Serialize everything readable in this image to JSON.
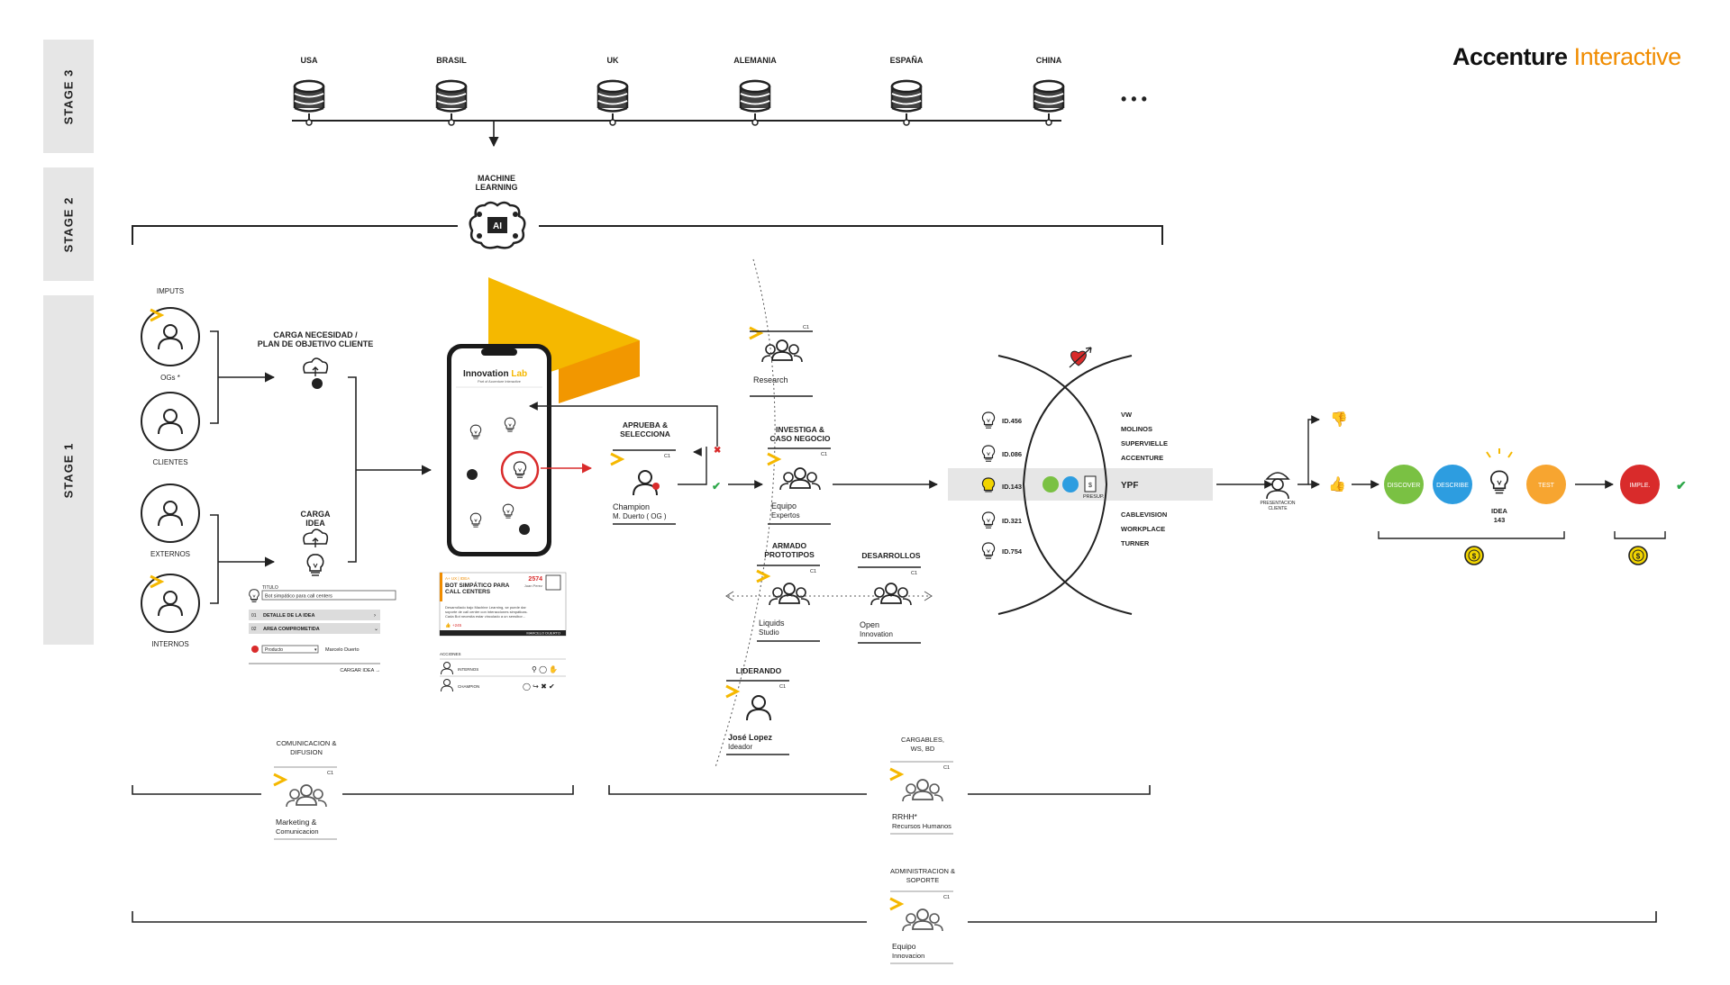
{
  "logo": {
    "word1": "Accenture",
    "word2": "Interactive"
  },
  "stages": [
    "STAGE 3",
    "STAGE 2",
    "STAGE 1"
  ],
  "countries": [
    "USA",
    "BRASIL",
    "UK",
    "ALEMANIA",
    "ESPAÑA",
    "CHINA"
  ],
  "more": "• • •",
  "ml": {
    "line1": "MACHINE",
    "line2": "LEARNING",
    "chip": "AI"
  },
  "inputs": {
    "title": "IMPUTS",
    "people": [
      "OGs *",
      "CLIENTES",
      "EXTERNOS",
      "INTERNOS"
    ],
    "carga_necesidad": [
      "CARGA NECESIDAD /",
      "PLAN DE OBJETIVO CLIENTE"
    ],
    "carga_idea": [
      "CARGA",
      "IDEA"
    ]
  },
  "form": {
    "titulo_label": "TITULO",
    "titulo_value": "Bot simpático para call centers",
    "row1": "DETALLE DE LA IDEA",
    "row2": "AREA COMPROMETIDA",
    "row1_num": "01",
    "row2_num": "02",
    "select": "Producto",
    "owner": "Marcelo Duerto",
    "action": "CARGAR IDEA  →"
  },
  "phone": {
    "brand1": "Innovation ",
    "brand2": "Lab",
    "sub": "Part of Accenture Interactive"
  },
  "card": {
    "tag": "A+ UX | IDEA",
    "title1": "BOT SIMPÁTICO PARA",
    "title2": "CALL CENTERS",
    "num": "2574",
    "num_sub": "Juan Perez",
    "desc1": "Desarrollado bajo Machine Learning, se puede dar",
    "desc2": "soporte de call center con interacciones simpáticas.",
    "desc3": "Cada Bot necesita estar vinculado a un sensibor...",
    "likes": "+245",
    "author": "MARCELO DUERTO",
    "acciones": "ACCIONES",
    "row1": "INTERNOS",
    "row2": "CHAMPION"
  },
  "approve": {
    "title1": "APRUEBA &",
    "title2": "SELECCIONA",
    "role": "Champion",
    "name": "M. Duerto ( OG )",
    "c1": "C1"
  },
  "roles": {
    "research": {
      "name": "Research",
      "c1": "C1"
    },
    "investiga": {
      "title1": "INVESTIGA &",
      "title2": "CASO NEGOCIO",
      "name": "Equipo",
      "sub": "Expertos",
      "c1": "C1"
    },
    "armado": {
      "title1": "ARMADO",
      "title2": "PROTOTIPOS",
      "name": "Liquids",
      "sub": "Studio",
      "c1": "C1"
    },
    "desarrollos": {
      "title": "DESARROLLOS",
      "name": "Open",
      "sub": "Innovation",
      "c1": "C1"
    },
    "liderando": {
      "title": "LIDERANDO",
      "name": "José Lopez",
      "sub": "Ideador",
      "c1": "C1"
    }
  },
  "ids": [
    "ID.456",
    "ID.086",
    "ID.143",
    "ID.321",
    "ID.754"
  ],
  "clients": {
    "top": [
      "VW",
      "MOLINOS",
      "SUPERVIELLE",
      "ACCENTURE"
    ],
    "selected": "YPF",
    "bottom": [
      "CABLEVISION",
      "WORKPLACE",
      "TURNER"
    ],
    "presup": "PRESUP."
  },
  "presentacion": [
    "PRESENTACION",
    "CLIENTE"
  ],
  "phases": {
    "discover": "DISCOVER",
    "describe": "DESCRIBE",
    "idea1": "IDEA",
    "idea2": "143",
    "test": "TEST",
    "imple": "IMPLE."
  },
  "bottom": {
    "comunicacion": {
      "title1": "COMUNICACION &",
      "title2": "DIFUSION",
      "name": "Marketing &",
      "sub": "Comunicacion",
      "c1": "C1"
    },
    "cargables": {
      "title1": "CARGABLES,",
      "title2": "WS, BD",
      "name": "RRHH*",
      "sub": "Recursos Humanos",
      "c1": "C1"
    },
    "admin": {
      "title1": "ADMINISTRACION &",
      "title2": "SOPORTE",
      "name": "Equipo",
      "sub": "Innovacion",
      "c1": "C1"
    }
  },
  "colors": {
    "accent": "#f5b800",
    "orange": "#f08c00",
    "green": "#7ac143",
    "blue": "#2d9de0",
    "orange_phase": "#f7a530",
    "red": "#d92b2b",
    "coin": "#f1d400"
  }
}
